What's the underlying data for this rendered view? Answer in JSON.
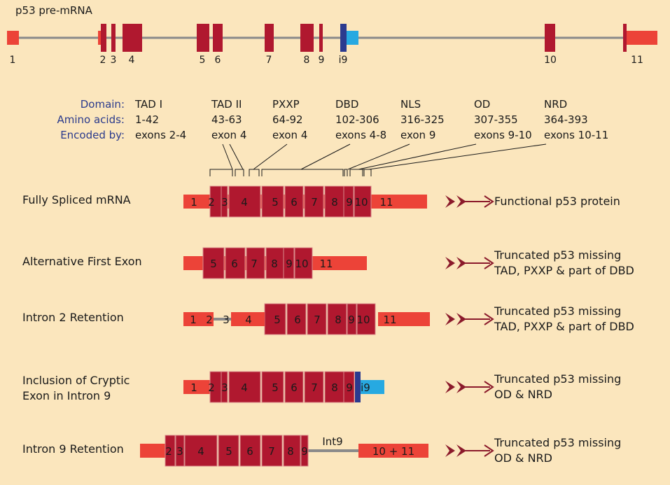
{
  "title": "p53  pre-mRNA",
  "exon_labels": [
    "1",
    "2",
    "3",
    "4",
    "5",
    "6",
    "7",
    "8",
    "9",
    "i9",
    "10",
    "11"
  ],
  "domain_table": {
    "row_labels": [
      "Domain:",
      "Amino acids:",
      "Encoded by:"
    ],
    "columns": [
      {
        "domain": "TAD I",
        "aa": "1-42",
        "exons": "exons 2-4"
      },
      {
        "domain": "TAD II",
        "aa": "43-63",
        "exons": "exon 4"
      },
      {
        "domain": "PXXP",
        "aa": "64-92",
        "exons": "exon 4"
      },
      {
        "domain": "DBD",
        "aa": "102-306",
        "exons": "exons 4-8"
      },
      {
        "domain": "NLS",
        "aa": "316-325",
        "exons": "exon 9"
      },
      {
        "domain": "OD",
        "aa": "307-355",
        "exons": "exons 9-10"
      },
      {
        "domain": "NRD",
        "aa": "364-393",
        "exons": "exons 10-11"
      }
    ]
  },
  "rows": [
    {
      "label": "Fully Spliced mRNA",
      "result": [
        "Functional p53 protein"
      ],
      "segs": [
        "1",
        "2",
        "3",
        "4",
        "5",
        "6",
        "7",
        "8",
        "9",
        "10",
        "11"
      ]
    },
    {
      "label": "Alternative First Exon",
      "result": [
        "Truncated p53 missing",
        "TAD, PXXP & part of DBD"
      ],
      "segs": [
        "5",
        "6",
        "7",
        "8",
        "9",
        "10",
        "11"
      ]
    },
    {
      "label": "Intron 2 Retention",
      "result": [
        "Truncated p53 missing",
        "TAD, PXXP & part of DBD"
      ],
      "segs": [
        "1",
        "2",
        "3",
        "4",
        "5",
        "6",
        "7",
        "8",
        "9",
        "10",
        "11"
      ]
    },
    {
      "label": [
        "Inclusion of Cryptic",
        "Exon in Intron 9"
      ],
      "result": [
        "Truncated p53 missing",
        "OD & NRD"
      ],
      "segs": [
        "1",
        "2",
        "3",
        "4",
        "5",
        "6",
        "7",
        "8",
        "9",
        "i9"
      ]
    },
    {
      "label": "Intron 9 Retention",
      "result": [
        "Truncated p53 missing",
        "OD & NRD"
      ],
      "segs": [
        "2",
        "3",
        "4",
        "5",
        "6",
        "7",
        "8",
        "9",
        "Int9",
        "10 + 11"
      ]
    }
  ],
  "colors": {
    "exon_dark": "#b0182f",
    "exon_light": "#ec4338",
    "cryptic_blue": "#27a9e1",
    "cryptic_dark": "#2b3a8f",
    "line": "#8a8a8a",
    "arrow": "#8b1a2b"
  }
}
